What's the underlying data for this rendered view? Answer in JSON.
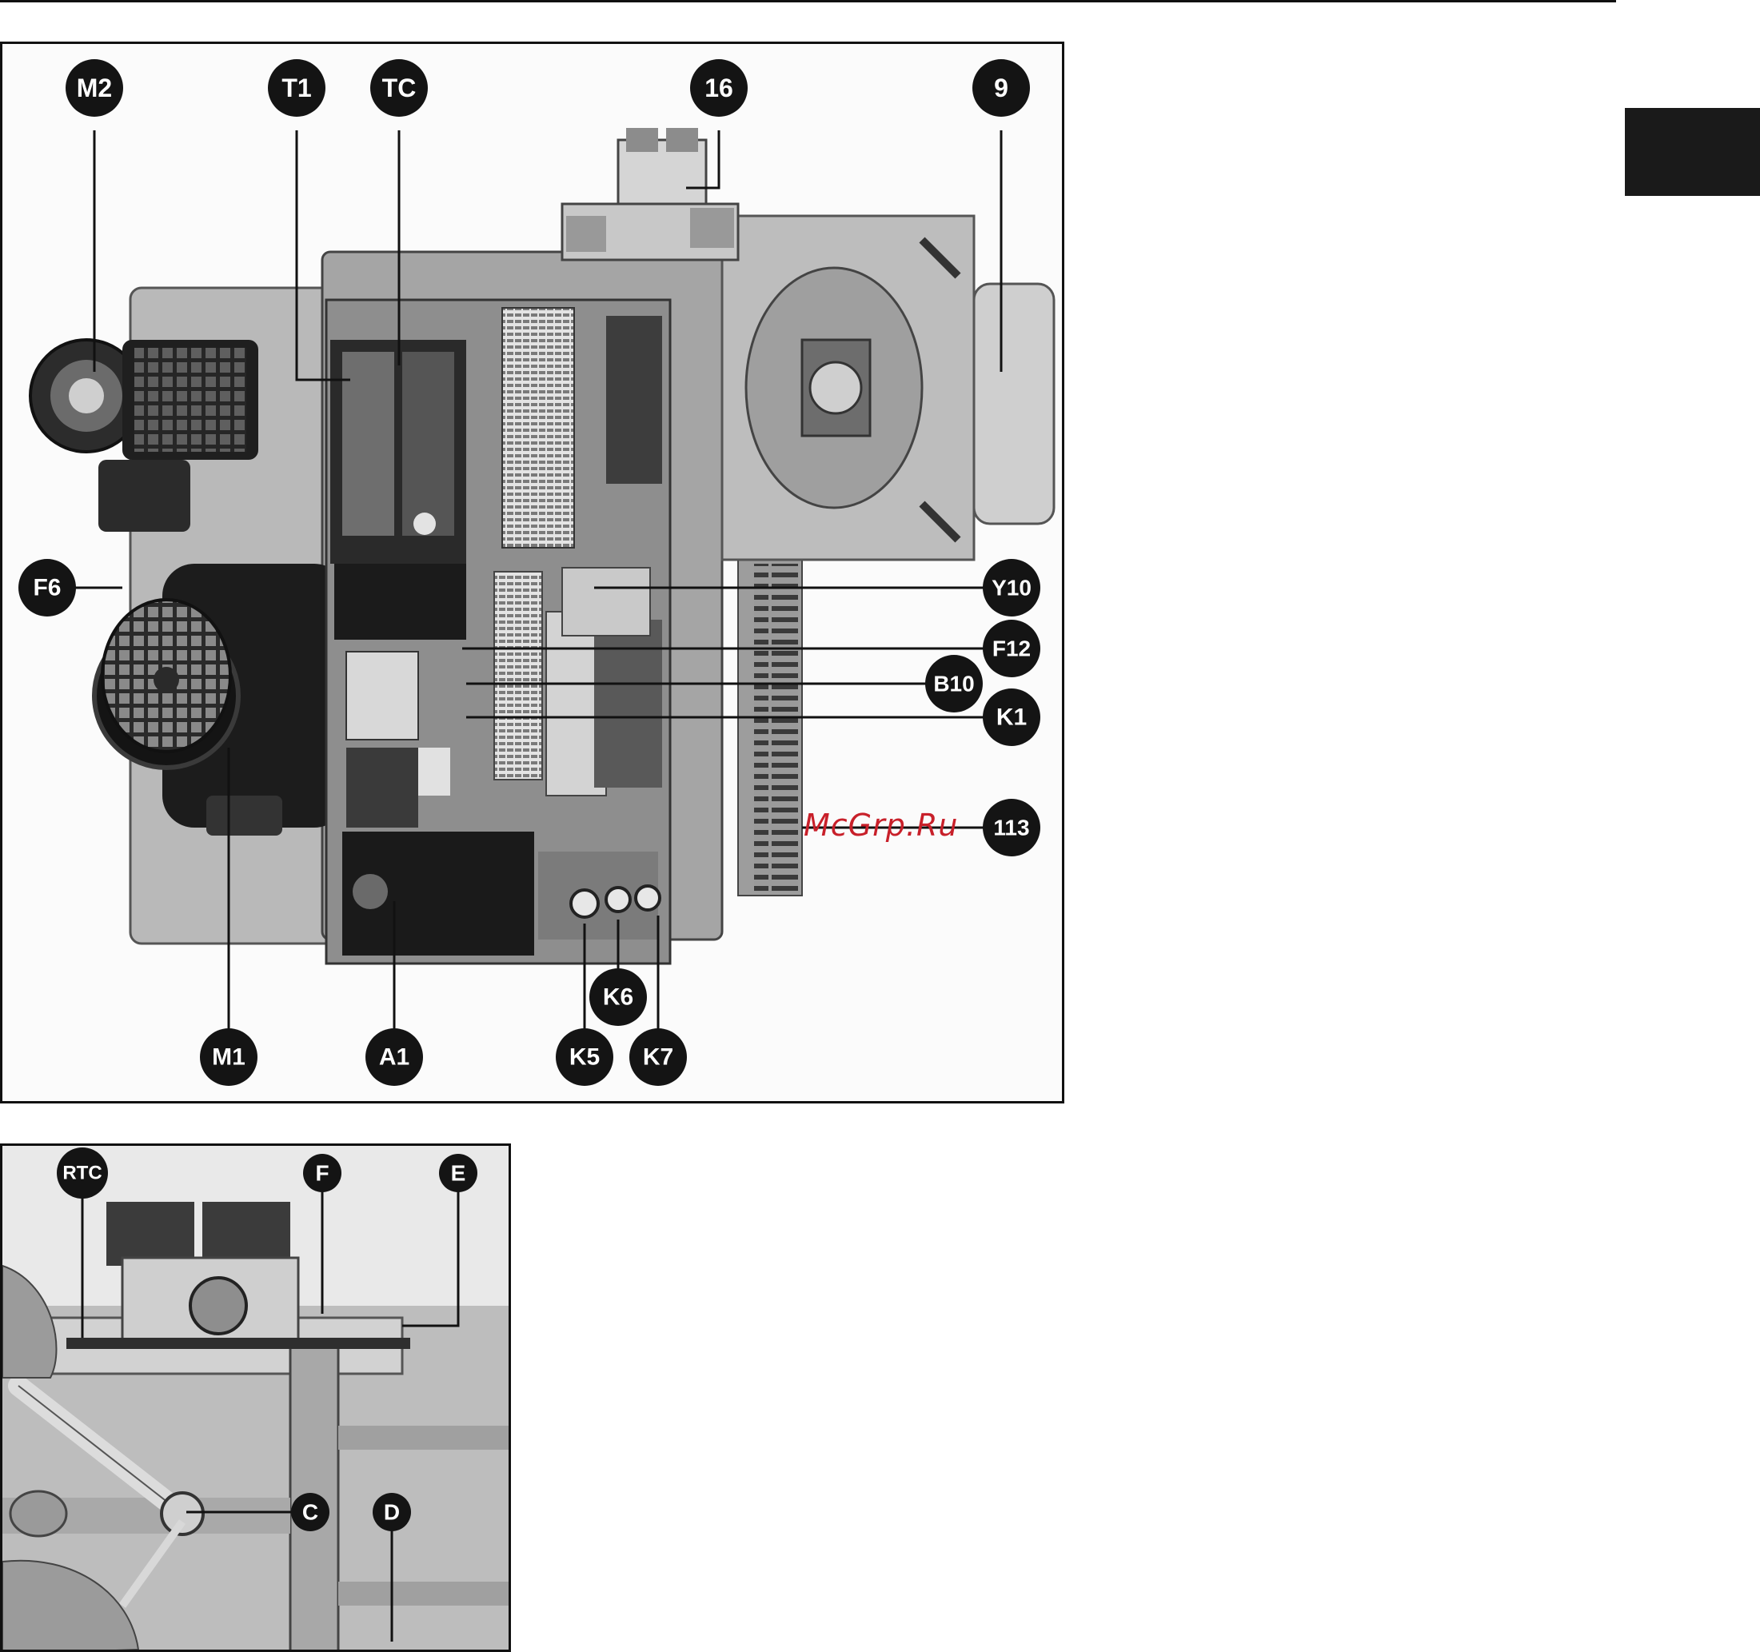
{
  "watermark": "McGrp.Ru",
  "figure1": {
    "labels": {
      "m2": "M2",
      "t1": "T1",
      "tc": "TC",
      "c16": "16",
      "c9": "9",
      "f6": "F6",
      "y10": "Y10",
      "f12": "F12",
      "b10": "B10",
      "k1": "K1",
      "c113": "113",
      "m1": "M1",
      "a1": "A1",
      "k5": "K5",
      "k6": "K6",
      "k7": "K7"
    }
  },
  "figure2": {
    "labels": {
      "rtc": "RTC",
      "f": "F",
      "e": "E",
      "c": "C",
      "d": "D"
    }
  },
  "colors": {
    "callout": "#141414",
    "watermark": "#c8202a",
    "tab": "#1a1a1a"
  }
}
